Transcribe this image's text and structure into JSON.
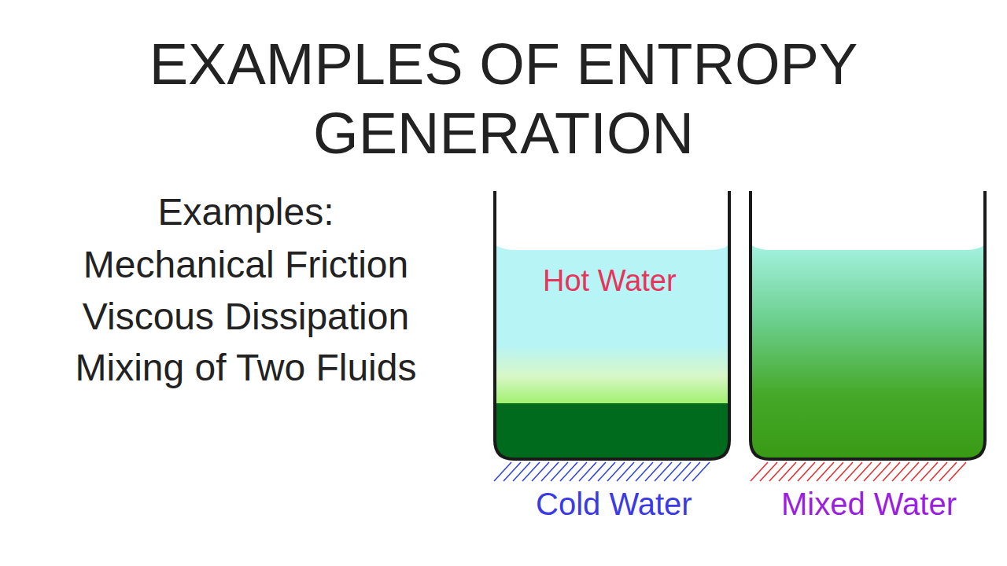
{
  "diagram": {
    "title": "EXAMPLES OF ENTROPY GENERATION",
    "nodes": [
      {
        "text": [
          "Hot Water",
          "Cold Water"
        ]
      },
      {
        "text": [
          "Mixed Water"
        ]
      }
    ],
    "labels": [
      "Examples:",
      "Mechanical Friction",
      "Viscous Dissipation",
      "Mixing of Two Fluids"
    ]
  }
}
